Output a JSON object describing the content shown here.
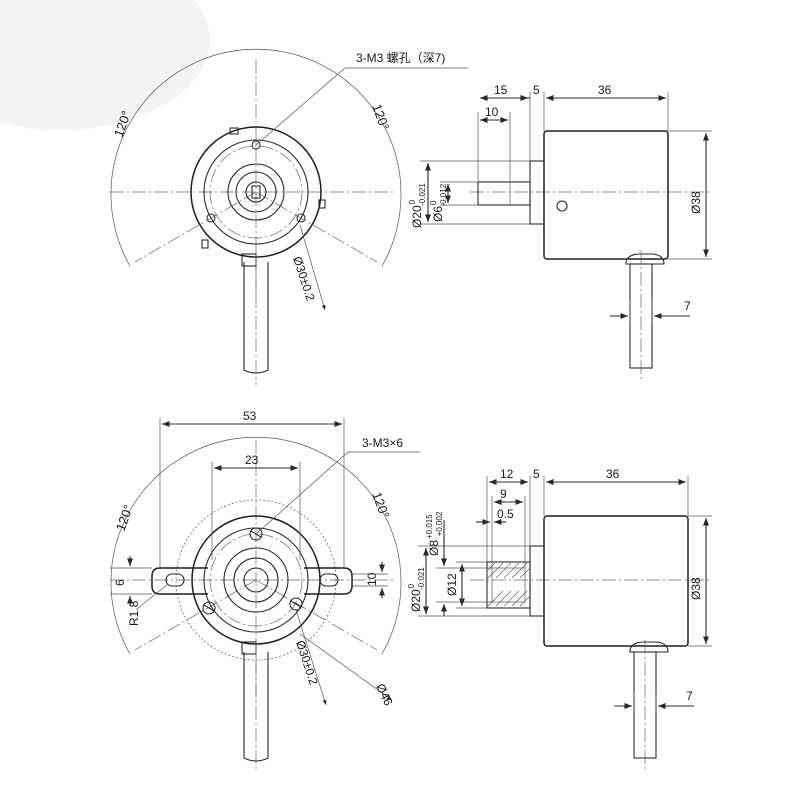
{
  "views": {
    "top_front": {
      "angle_left": "120°",
      "angle_right": "120°",
      "thread_note": "3-M3 螺孔（深7)",
      "bolt_circle": "Ø30±0.2"
    },
    "top_side": {
      "dim_15": "15",
      "dim_5": "5",
      "dim_36": "36",
      "dim_10": "10",
      "dim_20_main": "Ø20",
      "dim_20_tol_up": "0",
      "dim_20_tol_low": "-0.021",
      "dim_6_main": "Ø6",
      "dim_6_tol_up": "0",
      "dim_6_tol_low": "-0.012",
      "dim_38": "Ø38",
      "dim_7": "7"
    },
    "bottom_front": {
      "dim_53": "53",
      "dim_23": "23",
      "thread_note": "3-M3×6",
      "angle_left": "120°",
      "angle_right": "120°",
      "dim_6": "6",
      "dim_r18": "R1.8",
      "dim_10": "10",
      "bolt_circle": "Ø30±0.2",
      "outer": "Ø46"
    },
    "bottom_side": {
      "dim_12": "12",
      "dim_5": "5",
      "dim_36": "36",
      "dim_9": "9",
      "dim_05": "0.5",
      "dim_8_main": "Ø8",
      "dim_8_tol_up": "+0.015",
      "dim_8_tol_low": "+0.002",
      "dim_20_main": "Ø20",
      "dim_20_tol_up": "0",
      "dim_20_tol_low": "-0.021",
      "dim_12_dia": "Ø12",
      "dim_38": "Ø38",
      "dim_7": "7"
    }
  }
}
